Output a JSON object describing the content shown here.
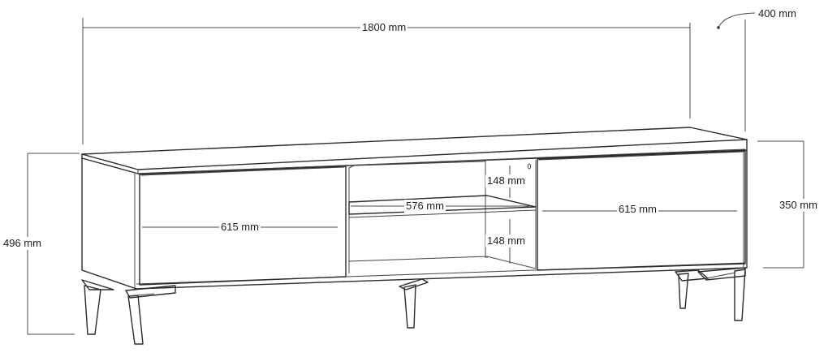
{
  "dimensions": {
    "width": "1800 mm",
    "depth": "400 mm",
    "total_height": "496 mm",
    "body_height": "350 mm",
    "left_door_width": "615 mm",
    "right_door_width": "615 mm",
    "shelf_width": "576 mm",
    "upper_compartment_height": "148 mm",
    "lower_compartment_height": "148 mm"
  }
}
